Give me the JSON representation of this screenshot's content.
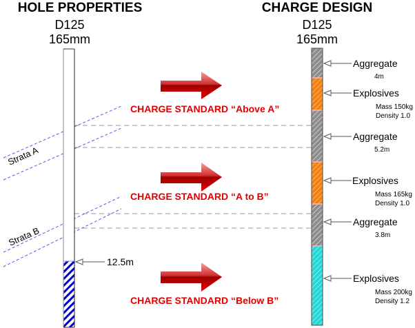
{
  "hole_properties": {
    "title": "HOLE PROPERTIES",
    "hole_code": "D125",
    "diameter": "165mm",
    "water_level_label": "12.5m",
    "strata": [
      {
        "label": "Strata A"
      },
      {
        "label": "Strata B"
      }
    ]
  },
  "charge_standards": [
    {
      "label": "CHARGE STANDARD “Above A”"
    },
    {
      "label": "CHARGE STANDARD “A to B”"
    },
    {
      "label": "CHARGE STANDARD “Below B”"
    }
  ],
  "charge_design": {
    "title": "CHARGE DESIGN",
    "hole_code": "D125",
    "diameter": "165mm",
    "segments": [
      {
        "type": "Aggregate",
        "detail1": "4m",
        "detail2": ""
      },
      {
        "type": "Explosives",
        "detail1": "Mass 150kg",
        "detail2": "Density 1.0"
      },
      {
        "type": "Aggregate",
        "detail1": "5.2m",
        "detail2": ""
      },
      {
        "type": "Explosives",
        "detail1": "Mass 165kg",
        "detail2": "Density 1.0"
      },
      {
        "type": "Aggregate",
        "detail1": "3.8m",
        "detail2": ""
      },
      {
        "type": "Explosives",
        "detail1": "Mass 200kg",
        "detail2": "Density 1.2"
      }
    ]
  },
  "colors": {
    "standard_text": "#e00000",
    "arrow": "#c00000",
    "strata_line": "#5555ee",
    "water_hatch": "#0000cc",
    "aggregate": "#8c8c8c",
    "explosive_low_density": "#f08010",
    "explosive_high_density": "#20d8d8"
  }
}
